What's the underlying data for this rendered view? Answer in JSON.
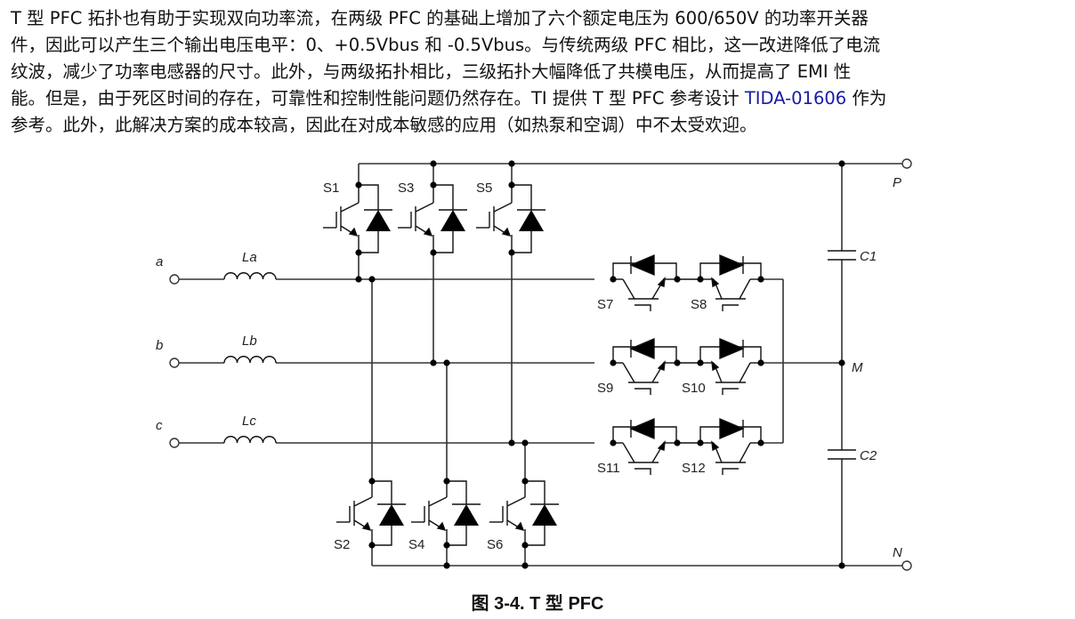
{
  "paragraph": {
    "lines": [
      "T 型 PFC 拓扑也有助于实现双向功率流，在两级 PFC 的基础上增加了六个额定电压为 600/650V 的功率开关器",
      "件，因此可以产生三个输出电压电平：0、+0.5Vbus 和 -0.5Vbus。与传统两级 PFC 相比，这一改进降低了电流",
      "纹波，减少了功率电感器的尺寸。此外，与两级拓扑相比，三级拓扑大幅降低了共模电压，从而提高了 EMI 性",
      "能。但是，由于死区时间的存在，可靠性和控制性能问题仍然存在。TI 提供 T 型 PFC 参考设计 ",
      "参考。此外，此解决方案的成本较高，因此在对成本敏感的应用（如热泵和空调）中不太受欢迎。"
    ],
    "line4_link": "TIDA-01606",
    "line4_suffix": " 作为",
    "link_color": "#1a1aa6"
  },
  "diagram": {
    "inputs": [
      {
        "phase": "a",
        "inductor": "La"
      },
      {
        "phase": "b",
        "inductor": "Lb"
      },
      {
        "phase": "c",
        "inductor": "Lc"
      }
    ],
    "upper_switches": [
      "S1",
      "S3",
      "S5"
    ],
    "lower_switches": [
      "S2",
      "S4",
      "S6"
    ],
    "bidirectional_switches": [
      [
        "S7",
        "S8"
      ],
      [
        "S9",
        "S10"
      ],
      [
        "S11",
        "S12"
      ]
    ],
    "capacitors": [
      "C1",
      "C2"
    ],
    "nodes": {
      "positive": "P",
      "midpoint": "M",
      "negative": "N"
    }
  },
  "caption": "图 3-4. T 型 PFC"
}
